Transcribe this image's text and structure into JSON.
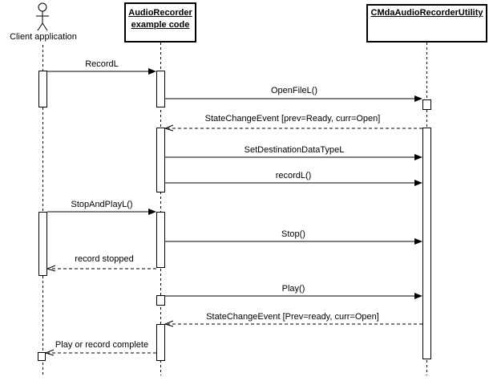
{
  "participants": {
    "client": {
      "label": "Client application",
      "type": "actor"
    },
    "recorder": {
      "line1": "AudioRecorder",
      "line2": "example code",
      "type": "object"
    },
    "utility": {
      "title": "CMdaAudioRecorderUtility",
      "type": "object"
    }
  },
  "messages": [
    {
      "label": "RecordL",
      "from": "client",
      "to": "recorder",
      "type": "call"
    },
    {
      "label": "OpenFileL()",
      "from": "recorder",
      "to": "utility",
      "type": "call"
    },
    {
      "label": "StateChangeEvent [prev=Ready, curr=Open]",
      "from": "utility",
      "to": "recorder",
      "type": "return"
    },
    {
      "label": "SetDestinationDataTypeL",
      "from": "recorder",
      "to": "utility",
      "type": "call"
    },
    {
      "label": "recordL()",
      "from": "recorder",
      "to": "utility",
      "type": "call"
    },
    {
      "label": "StopAndPlayL()",
      "from": "client",
      "to": "recorder",
      "type": "call"
    },
    {
      "label": "Stop()",
      "from": "recorder",
      "to": "utility",
      "type": "call"
    },
    {
      "label": "record stopped",
      "from": "recorder",
      "to": "client",
      "type": "return"
    },
    {
      "label": "Play()",
      "from": "recorder",
      "to": "utility",
      "type": "call"
    },
    {
      "label": "StateChangeEvent [Prev=ready, curr=Open]",
      "from": "utility",
      "to": "recorder",
      "type": "return"
    },
    {
      "label": "Play or record complete",
      "from": "recorder",
      "to": "client",
      "type": "return"
    }
  ],
  "colors": {
    "line": "#000000",
    "background": "#ffffff",
    "activation_fill": "#ffffff"
  }
}
